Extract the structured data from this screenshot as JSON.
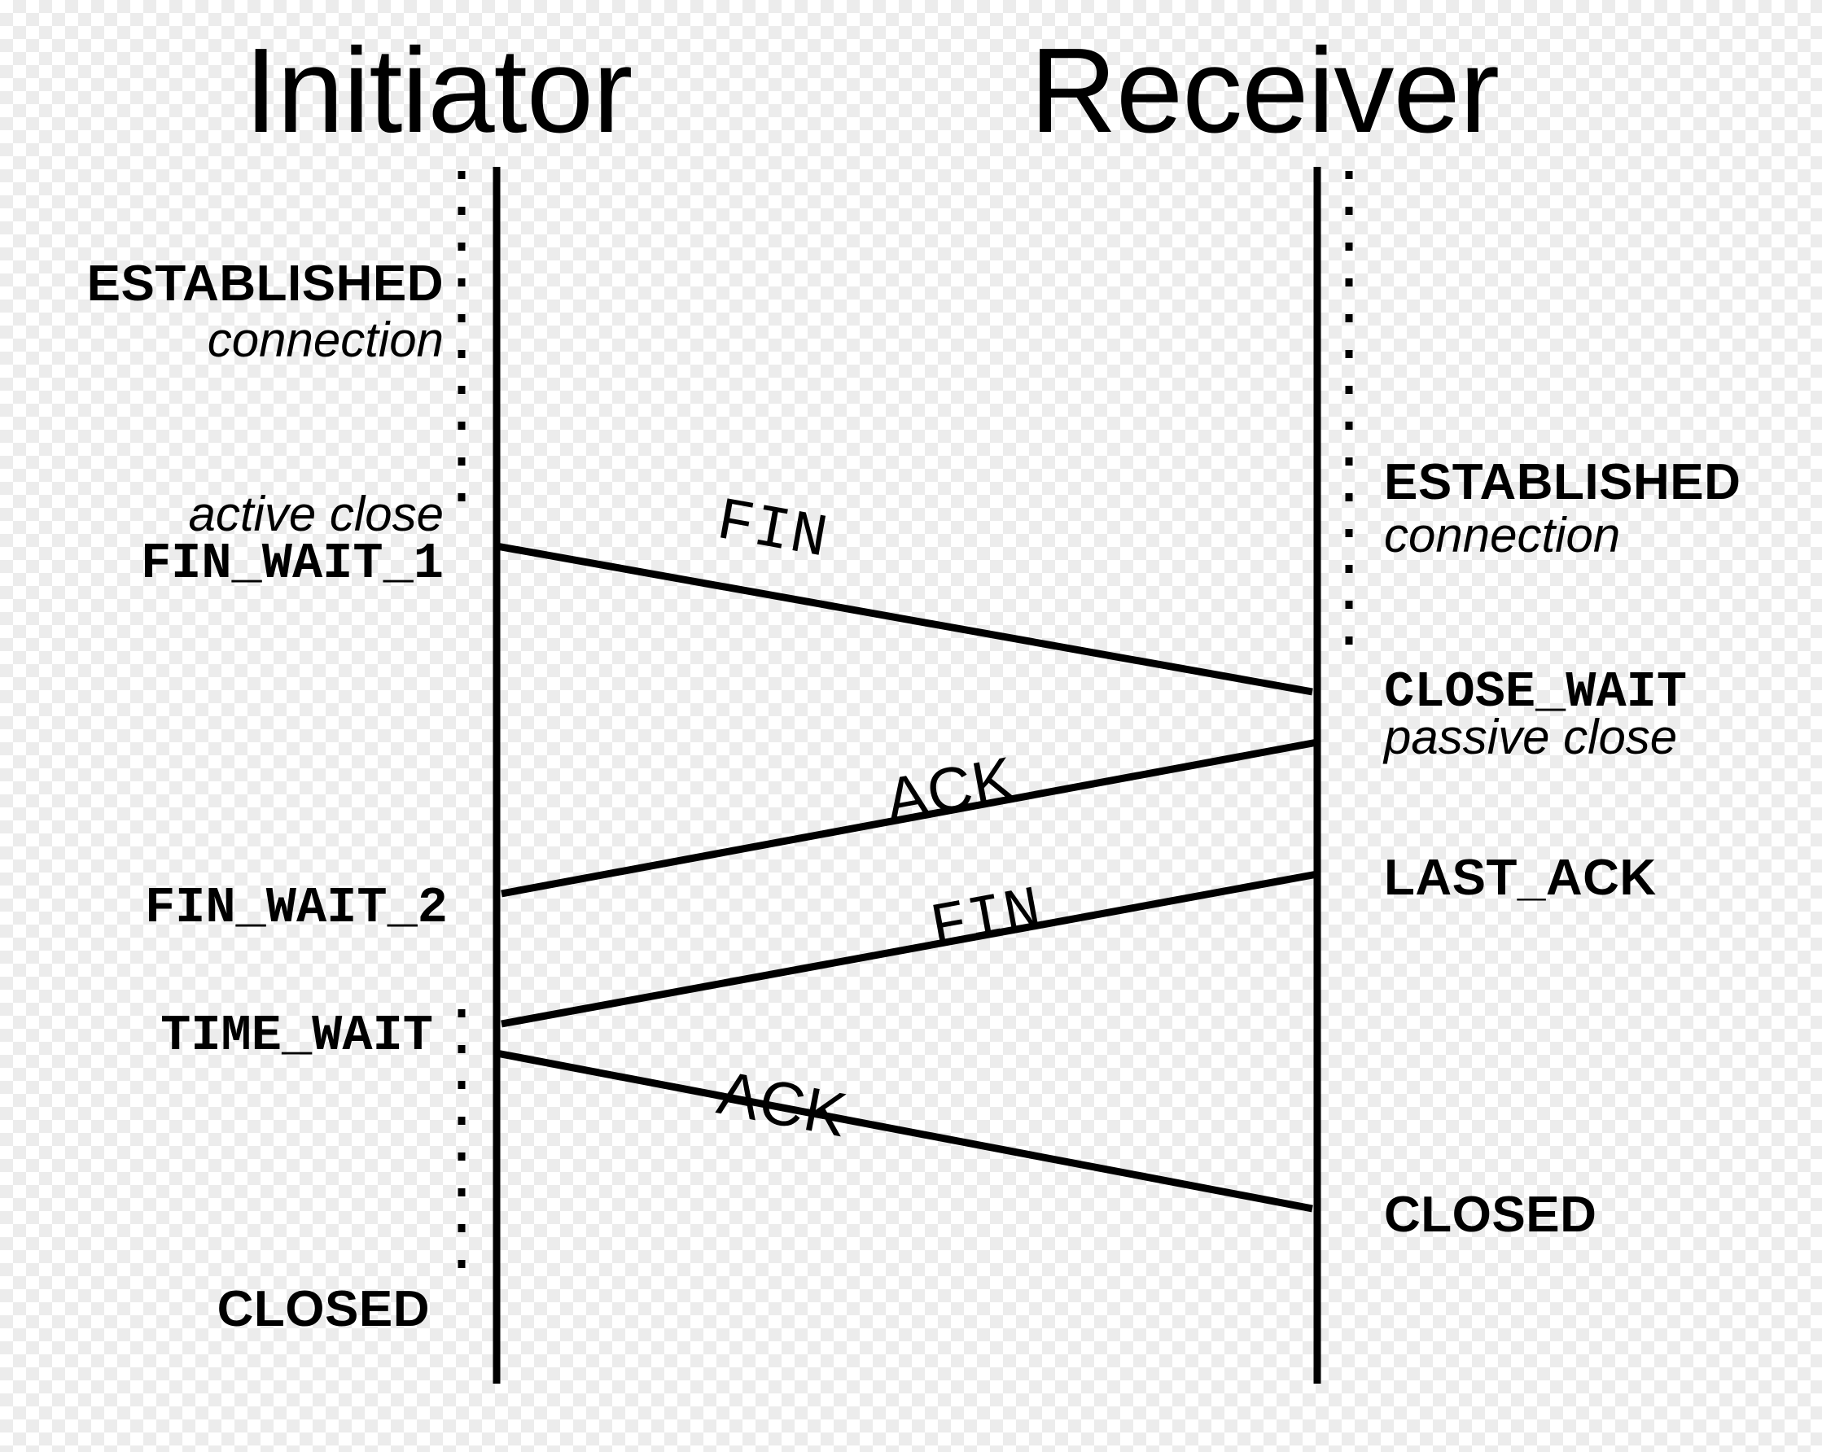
{
  "diagram": {
    "title_hidden": "TCP connection termination sequence",
    "actors": [
      {
        "id": "initiator",
        "label": "Initiator"
      },
      {
        "id": "receiver",
        "label": "Receiver"
      }
    ],
    "initiator_states": [
      {
        "id": "established",
        "label": "ESTABLISHED",
        "style": "sans"
      },
      {
        "id": "connection-note",
        "label": "connection",
        "style": "italic"
      },
      {
        "id": "active-close-note",
        "label": "active close",
        "style": "italic"
      },
      {
        "id": "fin-wait-1",
        "label": "FIN_WAIT_1",
        "style": "mono"
      },
      {
        "id": "fin-wait-2",
        "label": "FIN_WAIT_2",
        "style": "mono"
      },
      {
        "id": "time-wait",
        "label": "TIME_WAIT",
        "style": "mono"
      },
      {
        "id": "closed",
        "label": "CLOSED",
        "style": "sans"
      }
    ],
    "receiver_states": [
      {
        "id": "established",
        "label": "ESTABLISHED",
        "style": "sans"
      },
      {
        "id": "connection-note",
        "label": "connection",
        "style": "italic"
      },
      {
        "id": "close-wait",
        "label": "CLOSE_WAIT",
        "style": "mono"
      },
      {
        "id": "passive-close-note",
        "label": "passive close",
        "style": "italic"
      },
      {
        "id": "last-ack",
        "label": "LAST_ACK",
        "style": "sans"
      },
      {
        "id": "closed",
        "label": "CLOSED",
        "style": "sans"
      }
    ],
    "messages": [
      {
        "id": "fin-1",
        "label": "FIN",
        "direction": "initiator-to-receiver",
        "font": "mono"
      },
      {
        "id": "ack-1",
        "label": "ACK",
        "direction": "receiver-to-initiator",
        "font": "sans"
      },
      {
        "id": "fin-2",
        "label": "FIN",
        "direction": "receiver-to-initiator",
        "font": "mono"
      },
      {
        "id": "ack-2",
        "label": "ACK",
        "direction": "initiator-to-receiver",
        "font": "sans"
      }
    ],
    "colors": {
      "stroke": "#000000",
      "text": "#000000",
      "background": "#ffffff",
      "checker": "#ececec"
    }
  }
}
